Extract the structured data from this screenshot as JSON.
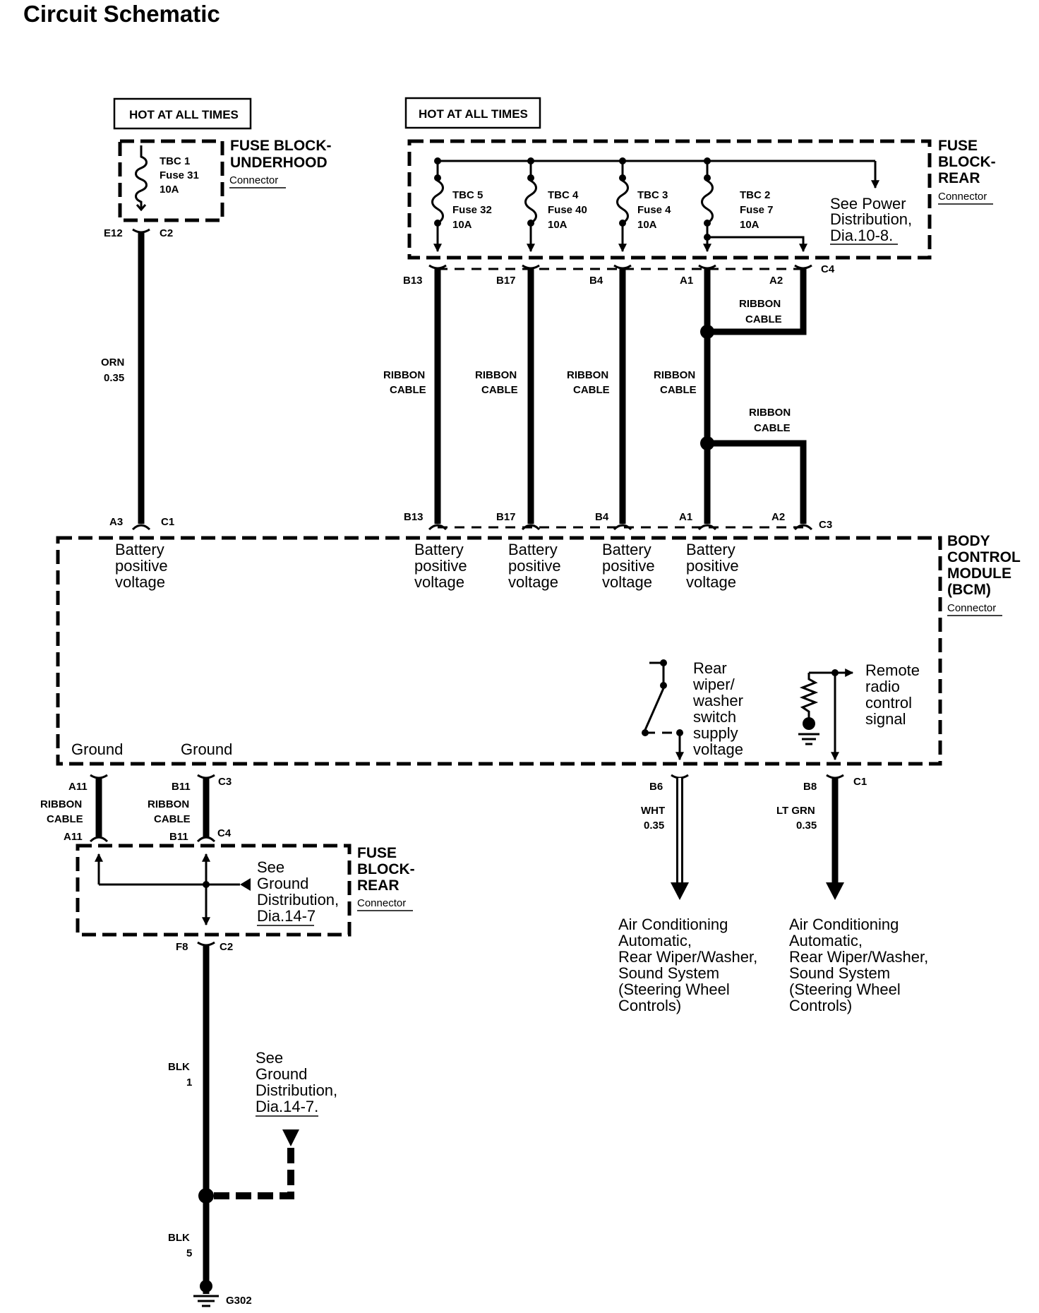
{
  "title": "Circuit Schematic",
  "hot_labels": [
    "HOT AT ALL TIMES",
    "HOT AT ALL TIMES"
  ],
  "fuse_block_underhood": {
    "name_lines": [
      "FUSE BLOCK-",
      "UNDERHOOD"
    ],
    "connector_label": "Connector",
    "fuse": [
      "TBC 1",
      "Fuse 31",
      "10A"
    ],
    "pins": [
      "E12",
      "C2"
    ]
  },
  "fuse_block_rear_top": {
    "name_lines": [
      "FUSE",
      "BLOCK-",
      "REAR"
    ],
    "connector_label": "Connector",
    "fuses": [
      [
        "TBC 5",
        "Fuse 32",
        "10A"
      ],
      [
        "TBC 4",
        "Fuse 40",
        "10A"
      ],
      [
        "TBC 3",
        "Fuse 4",
        "10A"
      ],
      [
        "TBC 2",
        "Fuse 7",
        "10A"
      ]
    ],
    "see_lines": [
      "See Power",
      "Distribution,",
      "Dia.10-8."
    ],
    "pins_top": [
      "B13",
      "B17",
      "B4",
      "A1",
      "A2",
      "C4"
    ]
  },
  "top_wires": {
    "orn": [
      "ORN",
      "0.35"
    ],
    "ribbon": [
      "RIBBON",
      "CABLE"
    ]
  },
  "bcm": {
    "name_lines": [
      "BODY",
      "CONTROL",
      "MODULE",
      "(BCM)"
    ],
    "connector_label": "Connector",
    "pins_top": [
      "A3",
      "C1",
      "B13",
      "B17",
      "B4",
      "A1",
      "A2",
      "C3"
    ],
    "bpv": [
      "Battery",
      "positive",
      "voltage"
    ],
    "ground": "Ground",
    "rear_wiper_lines": [
      "Rear",
      "wiper/",
      "washer",
      "switch",
      "supply",
      "voltage"
    ],
    "remote_lines": [
      "Remote",
      "radio",
      "control",
      "signal"
    ],
    "pins_bottom": [
      "A11",
      "B11",
      "C3",
      "B6",
      "B8",
      "C1"
    ]
  },
  "fuse_block_rear_bottom": {
    "name_lines": [
      "FUSE",
      "BLOCK-",
      "REAR"
    ],
    "connector_label": "Connector",
    "see_lines": [
      "See",
      "Ground",
      "Distribution,",
      "Dia.14-7"
    ],
    "pins_top": [
      "A11",
      "B11",
      "C4"
    ],
    "pins_bottom": [
      "F8",
      "C2"
    ]
  },
  "wires_bottom": {
    "wht": [
      "WHT",
      "0.35"
    ],
    "ltgrn": [
      "LT GRN",
      "0.35"
    ],
    "blk1": [
      "BLK",
      "1"
    ],
    "blk5": [
      "BLK",
      "5"
    ]
  },
  "destinations": [
    "Air Conditioning",
    "Automatic,",
    "Rear Wiper/Washer,",
    "Sound System",
    "(Steering Wheel",
    "Controls)"
  ],
  "ground_see_lines": [
    "See",
    "Ground",
    "Distribution,",
    "Dia.14-7."
  ],
  "ground_label": "G302"
}
